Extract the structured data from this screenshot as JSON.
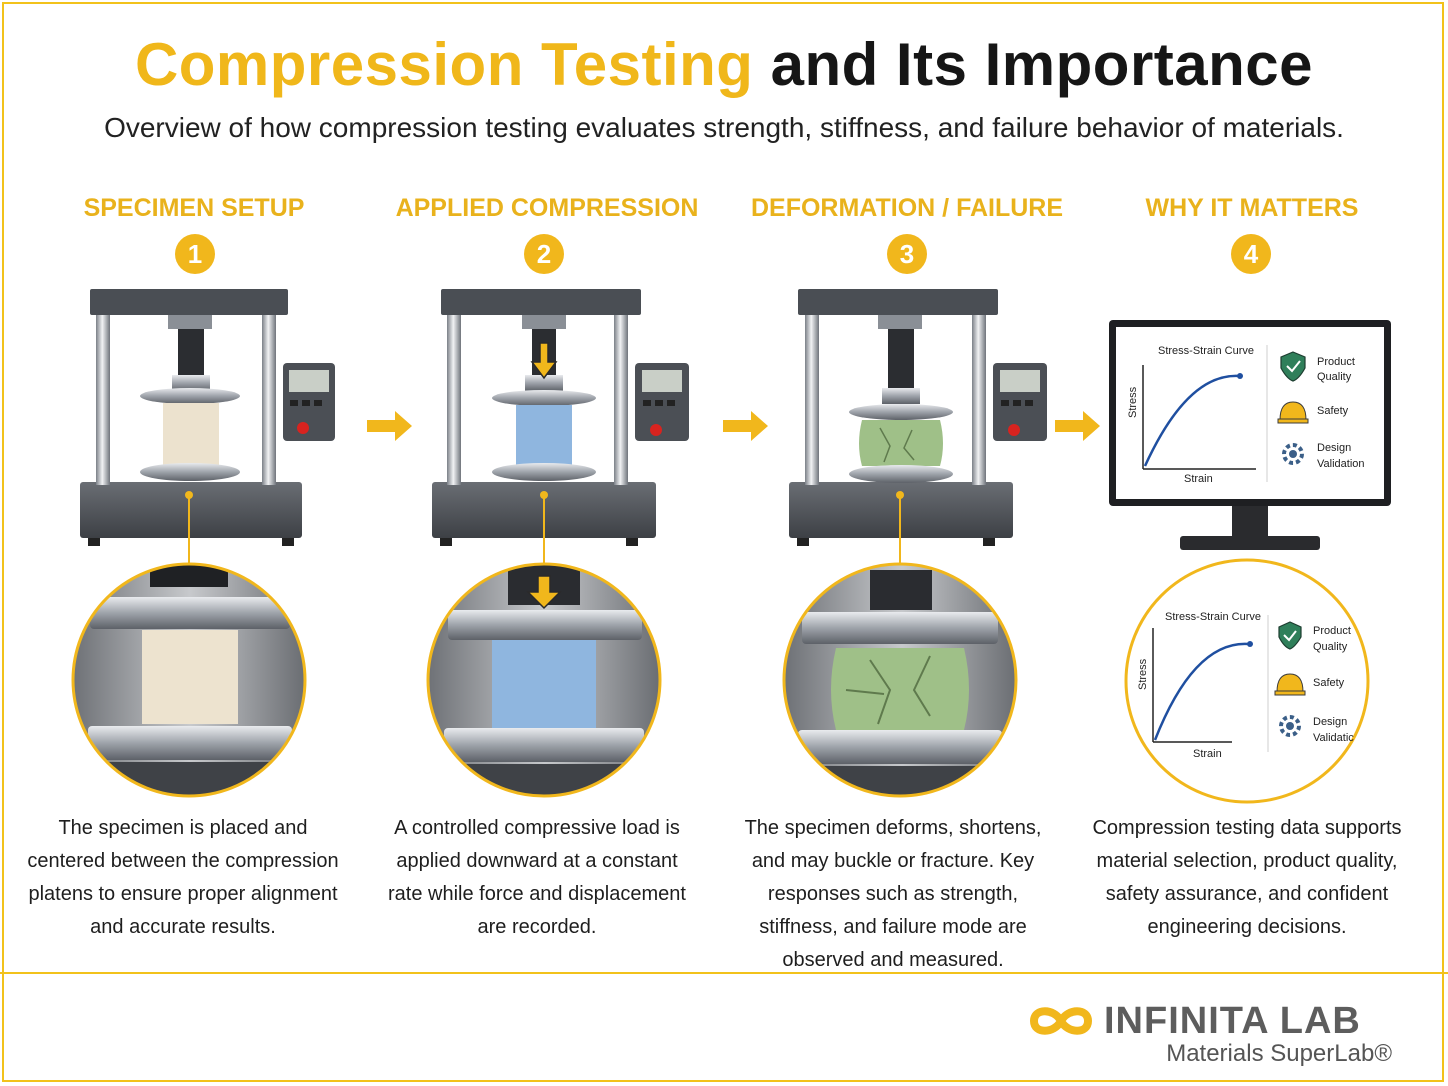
{
  "title": {
    "highlight": "Compression Testing",
    "rest": "and Its Importance"
  },
  "subtitle": "Overview of how compression testing evaluates strength, stiffness, and failure behavior of materials.",
  "colors": {
    "accent": "#f1b71c",
    "border": "#f2c21b",
    "specimen_1": "#ede3cf",
    "specimen_2": "#8fb6df",
    "specimen_3": "#9fc088",
    "machine": "#55595e"
  },
  "steps": [
    {
      "number": "1",
      "title": "SPECIMEN SETUP",
      "description": "The specimen is placed and centered between the compression platens to ensure proper alignment and accurate results."
    },
    {
      "number": "2",
      "title": "APPLIED COMPRESSION",
      "description": "A controlled compressive load is applied downward at a constant rate while force and displacement are recorded."
    },
    {
      "number": "3",
      "title": "DEFORMATION / FAILURE",
      "description": "The specimen deforms, shortens, and may buckle or fracture. Key responses such as strength, stiffness, and failure mode are observed and measured."
    },
    {
      "number": "4",
      "title": "WHY IT MATTERS",
      "description": "Compression testing data supports material selection, product quality, safety assurance, and confident engineering decisions."
    }
  ],
  "monitor": {
    "chart_title": "Stress-Strain Curve",
    "xlabel": "Strain",
    "ylabel": "Stress",
    "items": [
      {
        "label": "Product Quality",
        "icon": "shield-check-icon"
      },
      {
        "label": "Safety",
        "icon": "hard-hat-icon"
      },
      {
        "label": "Design Validation",
        "icon": "gear-icon"
      }
    ]
  },
  "zoom_monitor": {
    "chart_title": "Stress-Strain Curve",
    "xlabel": "Strain",
    "ylabel": "Stress",
    "item_1_l1": "Product",
    "item_1_l2": "Quality",
    "item_2": "Safety",
    "item_3_l1": "Design",
    "item_3_l2": "Validatic"
  },
  "logo": {
    "name": "INFINITA LAB",
    "tagline": "Materials SuperLab®"
  }
}
